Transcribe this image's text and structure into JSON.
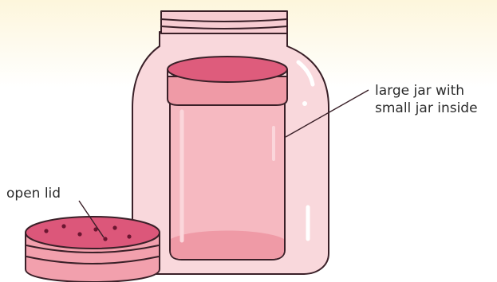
{
  "labels": {
    "large_jar_line1": "large jar with",
    "large_jar_line2": "small jar inside",
    "open_lid": "open lid"
  },
  "colors": {
    "background_wash": "#fdf6dc",
    "outline": "#3a2028",
    "large_jar_glass": "#f9d8dc",
    "small_jar_body": "#f6b9c1",
    "small_jar_lid_top": "#de5c7c",
    "small_jar_lid_band": "#ef9aa6",
    "lid_band": "#f2a0ad",
    "lid_top": "#dc577a",
    "lid_holes": "#6b1530",
    "label_text": "#2b2b2b"
  }
}
